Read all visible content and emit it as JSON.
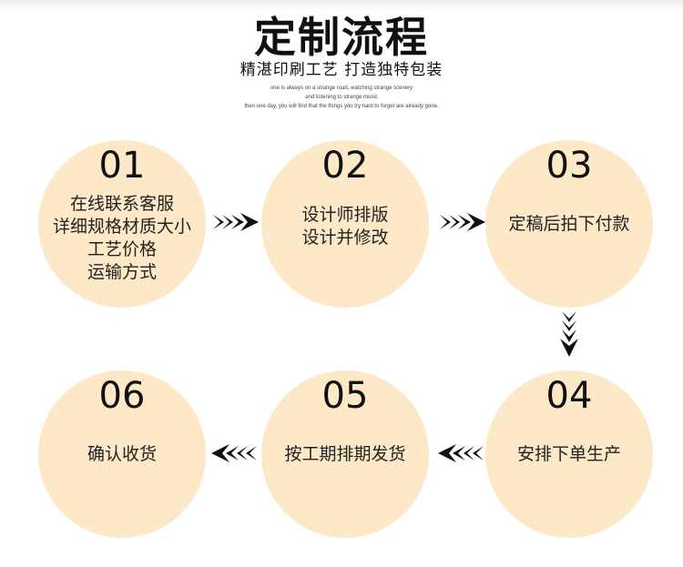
{
  "header": {
    "title": "定制流程",
    "subtitle": "精湛印刷工艺 打造独特包装",
    "english_lines": [
      "one is always on a strange road, watching strange scenery",
      "and listening to strange music",
      "then one day, you will find that the things you try hard to forget are already gone."
    ]
  },
  "steps": [
    {
      "number": "01",
      "lines": [
        "在线联系客服",
        "详细规格材质大小",
        "工艺价格",
        "运输方式"
      ]
    },
    {
      "number": "02",
      "lines": [
        "设计师排版",
        "设计并修改"
      ]
    },
    {
      "number": "03",
      "lines": [
        "定稿后拍下付款"
      ]
    },
    {
      "number": "04",
      "lines": [
        "安排下单生产"
      ]
    },
    {
      "number": "05",
      "lines": [
        "按工期排期发货"
      ]
    },
    {
      "number": "06",
      "lines": [
        "确认收货"
      ]
    }
  ],
  "arrows": [
    "arrow-right",
    "arrow-right",
    "arrow-down",
    "arrow-left",
    "arrow-left"
  ],
  "colors": {
    "circle_fill": "#fde8c7",
    "arrow": "#111111",
    "text": "#111111"
  }
}
